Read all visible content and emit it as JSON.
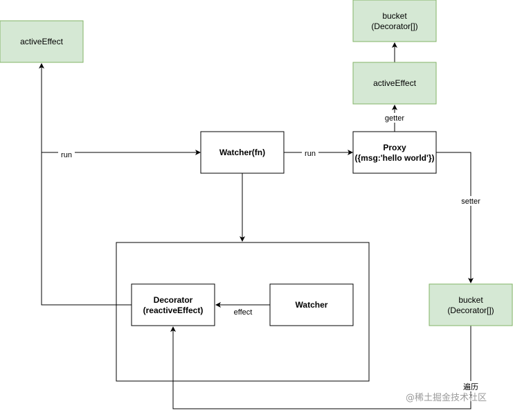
{
  "colors": {
    "green_fill": "#d5e8d4",
    "green_stroke": "#82b366",
    "box_stroke": "#000000",
    "edge": "#000000",
    "watermark": "#9a9a9a"
  },
  "nodes": {
    "active_effect_left": {
      "line1": "activeEffect"
    },
    "bucket_top": {
      "line1": "bucket",
      "line2": "(Decorator[])"
    },
    "active_effect_right": {
      "line1": "activeEffect"
    },
    "watcher_fn": {
      "line1": "Watcher(fn)"
    },
    "proxy": {
      "line1": "Proxy",
      "line2": "({msg:'hello world'})"
    },
    "decorator": {
      "line1": "Decorator",
      "line2": "(reactiveEffect)"
    },
    "watcher": {
      "line1": "Watcher"
    },
    "bucket_right": {
      "line1": "bucket",
      "line2": "(Decorator[])"
    }
  },
  "edges": {
    "run_left": "run",
    "run_right": "run",
    "getter": "getter",
    "setter": "setter",
    "effect": "effect",
    "traverse": "遍历"
  },
  "watermark": {
    "icon": "at-sign-icon",
    "text": "@稀土掘金技术社区"
  }
}
